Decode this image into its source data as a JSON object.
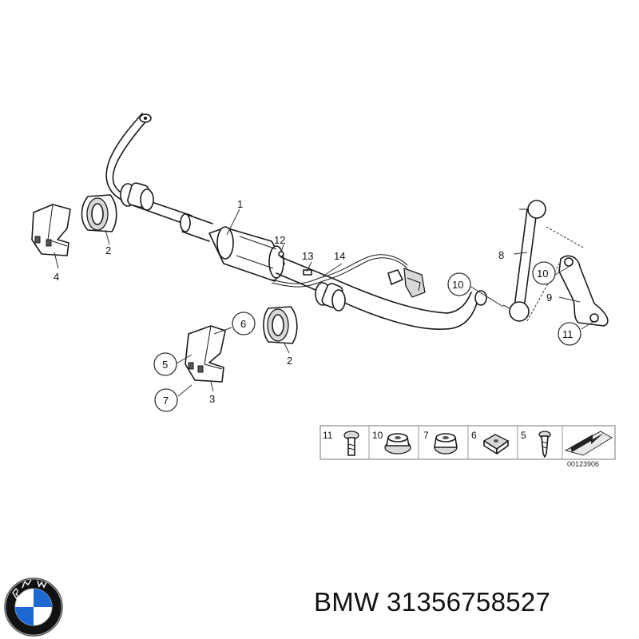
{
  "callouts": {
    "c1": "1",
    "c2a": "2",
    "c2b": "2",
    "c3": "3",
    "c4": "4",
    "c5": "5",
    "c6": "6",
    "c7": "7",
    "c8": "8",
    "c9": "9",
    "c10a": "10",
    "c10b": "10",
    "c11": "11",
    "c12": "12",
    "c13": "13",
    "c14": "14"
  },
  "legend": {
    "items": [
      "11",
      "10",
      "7",
      "6",
      "5"
    ],
    "diagram_id": "00123906"
  },
  "logo": {
    "letters": "BMW",
    "colors": {
      "blue": "#1c69d4",
      "white": "#ffffff",
      "ring": "#111111"
    }
  },
  "footer": {
    "brand_part": "BMW 31356758527"
  }
}
